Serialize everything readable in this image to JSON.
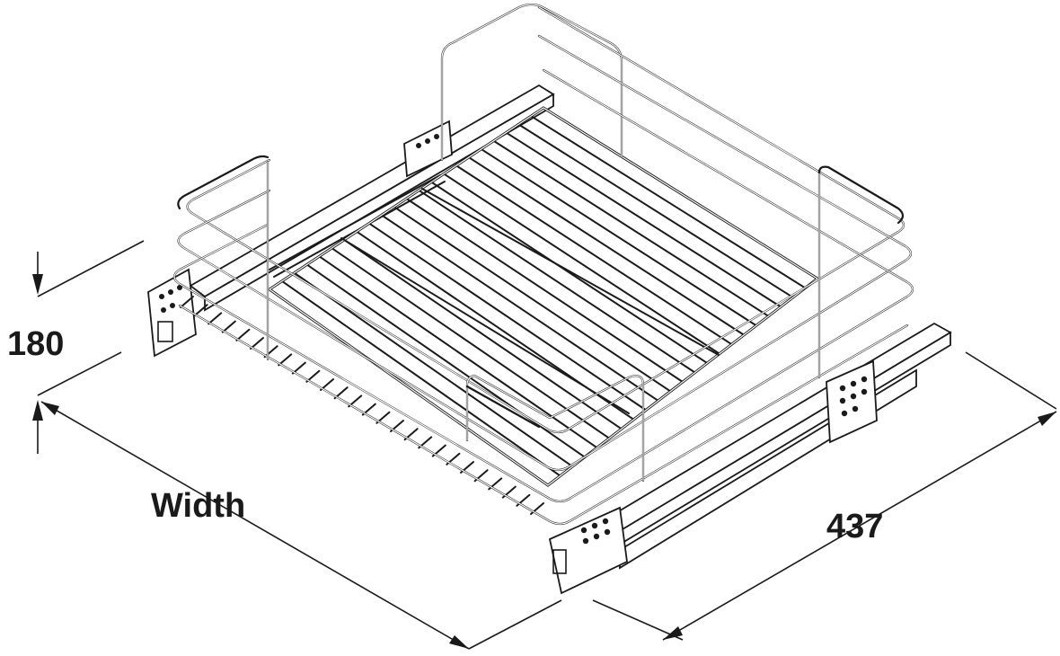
{
  "dimensions": {
    "height_label": "180",
    "width_label": "Width",
    "depth_label": "437"
  },
  "colors": {
    "line": "#1a1a1a",
    "background": "#ffffff"
  }
}
